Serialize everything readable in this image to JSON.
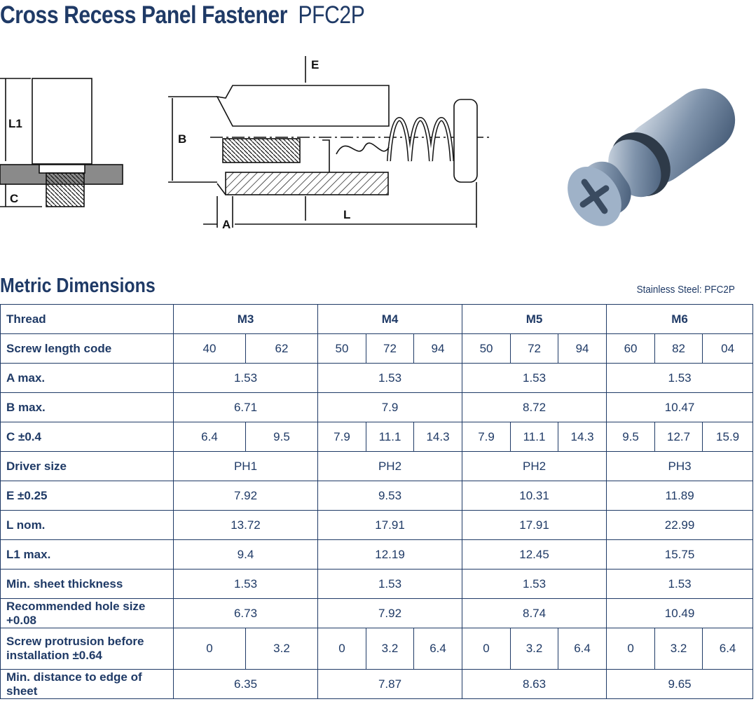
{
  "title": "Cross Recess Panel Fastener",
  "code": "PFC2P",
  "diagram_labels": {
    "L1": "L1",
    "C": "C",
    "B": "B",
    "E": "E",
    "A": "A",
    "L": "L"
  },
  "section_title": "Metric Dimensions",
  "material": "Stainless Steel: PFC2P",
  "table": {
    "thread": {
      "label": "Thread",
      "cols": [
        "M3",
        "M4",
        "M5",
        "M6"
      ]
    },
    "screw_length_code": {
      "label": "Screw length code",
      "values": [
        "40",
        "62",
        "50",
        "72",
        "94",
        "50",
        "72",
        "94",
        "60",
        "82",
        "04"
      ]
    },
    "a_max": {
      "label": "A max.",
      "values": [
        "1.53",
        "1.53",
        "1.53",
        "1.53"
      ]
    },
    "b_max": {
      "label": "B max.",
      "values": [
        "6.71",
        "7.9",
        "8.72",
        "10.47"
      ]
    },
    "c": {
      "label": "C ±0.4",
      "values": [
        "6.4",
        "9.5",
        "7.9",
        "11.1",
        "14.3",
        "7.9",
        "11.1",
        "14.3",
        "9.5",
        "12.7",
        "15.9"
      ]
    },
    "driver_size": {
      "label": "Driver size",
      "values": [
        "PH1",
        "PH2",
        "PH2",
        "PH3"
      ]
    },
    "e": {
      "label": "E ±0.25",
      "values": [
        "7.92",
        "9.53",
        "10.31",
        "11.89"
      ]
    },
    "l_nom": {
      "label": "L nom.",
      "values": [
        "13.72",
        "17.91",
        "17.91",
        "22.99"
      ]
    },
    "l1_max": {
      "label": "L1 max.",
      "values": [
        "9.4",
        "12.19",
        "12.45",
        "15.75"
      ]
    },
    "min_sheet": {
      "label": "Min. sheet thickness",
      "values": [
        "1.53",
        "1.53",
        "1.53",
        "1.53"
      ]
    },
    "hole_size": {
      "label": "Recommended hole size +0.08",
      "values": [
        "6.73",
        "7.92",
        "8.74",
        "10.49"
      ]
    },
    "protrusion": {
      "label_line1": "Screw protrusion before",
      "label_line2": "installation ±0.64",
      "values": [
        "0",
        "3.2",
        "0",
        "3.2",
        "6.4",
        "0",
        "3.2",
        "6.4",
        "0",
        "3.2",
        "6.4"
      ]
    },
    "min_edge": {
      "label": "Min. distance to edge of sheet",
      "values": [
        "6.35",
        "7.87",
        "8.63",
        "9.65"
      ]
    }
  },
  "colors": {
    "text": "#1f3a66",
    "diagram": "#111111",
    "metal": "#8a9bb0"
  }
}
